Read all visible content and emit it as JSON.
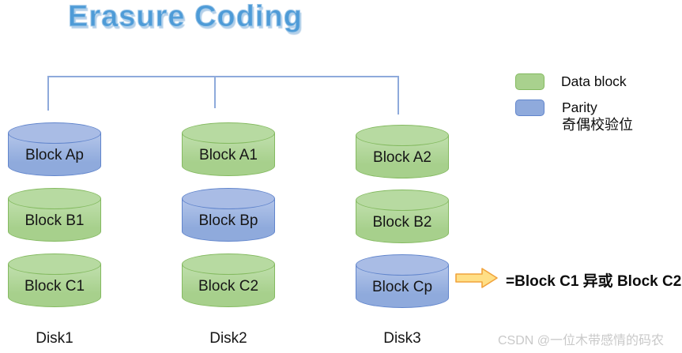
{
  "title": "Erasure Coding",
  "legend": {
    "items": [
      {
        "label": "Data block",
        "type": "data",
        "color": "#A9D18E"
      },
      {
        "label": "Parity",
        "label_zh": "奇偶校验位",
        "type": "parity",
        "color": "#8FAADC"
      }
    ]
  },
  "disks": [
    {
      "name": "Disk1",
      "blocks": [
        {
          "label": "Block Ap",
          "type": "parity"
        },
        {
          "label": "Block B1",
          "type": "data"
        },
        {
          "label": "Block C1",
          "type": "data"
        }
      ]
    },
    {
      "name": "Disk2",
      "blocks": [
        {
          "label": "Block A1",
          "type": "data"
        },
        {
          "label": "Block Bp",
          "type": "parity"
        },
        {
          "label": "Block C2",
          "type": "data"
        }
      ]
    },
    {
      "name": "Disk3",
      "blocks": [
        {
          "label": "Block A2",
          "type": "data"
        },
        {
          "label": "Block B2",
          "type": "data"
        },
        {
          "label": "Block Cp",
          "type": "parity"
        }
      ]
    }
  ],
  "annotation": {
    "xor_text": "=Block C1 异或 Block C2"
  },
  "watermark": "CSDN @一位木带感情的码农",
  "colors": {
    "data_block_fill": "#A9D18E",
    "data_block_stroke": "#84BA60",
    "parity_block_fill": "#8FAADC",
    "parity_block_stroke": "#6185CC",
    "connector_line": "#8EAADB",
    "arrow_fill": "#FFDF86",
    "arrow_stroke": "#F1A33C",
    "title_text": "#4E9BD7",
    "watermark_text": "#C9C9C9"
  }
}
